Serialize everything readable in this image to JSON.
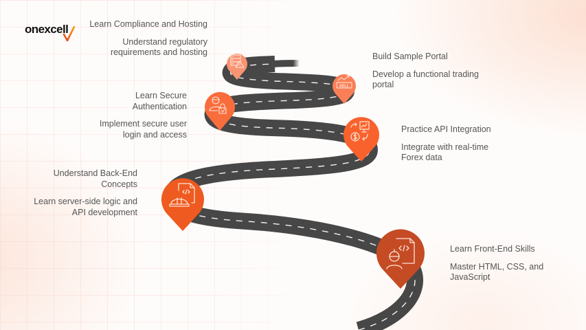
{
  "brand": {
    "logo_text": "onexcell",
    "accent_color": "#f26522"
  },
  "diagram": {
    "type": "roadmap",
    "road_color": "#474747",
    "steps": [
      {
        "order": 1,
        "title": "Learn Front-End Skills",
        "description": "Master HTML, CSS, and JavaScript",
        "icon": "developer-code-icon",
        "pin_color": "#c54b24"
      },
      {
        "order": 2,
        "title": "Understand Back-End Concepts",
        "description": "Learn server-side logic and API development",
        "icon": "hardhat-code-icon",
        "pin_color": "#ee5a1f"
      },
      {
        "order": 3,
        "title": "Practice API Integration",
        "description": "Integrate with real-time Forex data",
        "icon": "currency-exchange-chart-icon",
        "pin_color": "#f9622c"
      },
      {
        "order": 4,
        "title": "Learn Secure Authentication",
        "description": "Implement secure user login and access",
        "icon": "user-lock-icon",
        "pin_color": "#f96d3c"
      },
      {
        "order": 5,
        "title": "Build Sample Portal",
        "description": "Develop a functional trading portal",
        "icon": "sell-trend-icon",
        "pin_color": "#f97f56"
      },
      {
        "order": 6,
        "title": "Learn Compliance and Hosting",
        "description": "Understand regulatory requirements and hosting",
        "icon": "server-warning-icon",
        "pin_color": "#f99472"
      }
    ]
  }
}
